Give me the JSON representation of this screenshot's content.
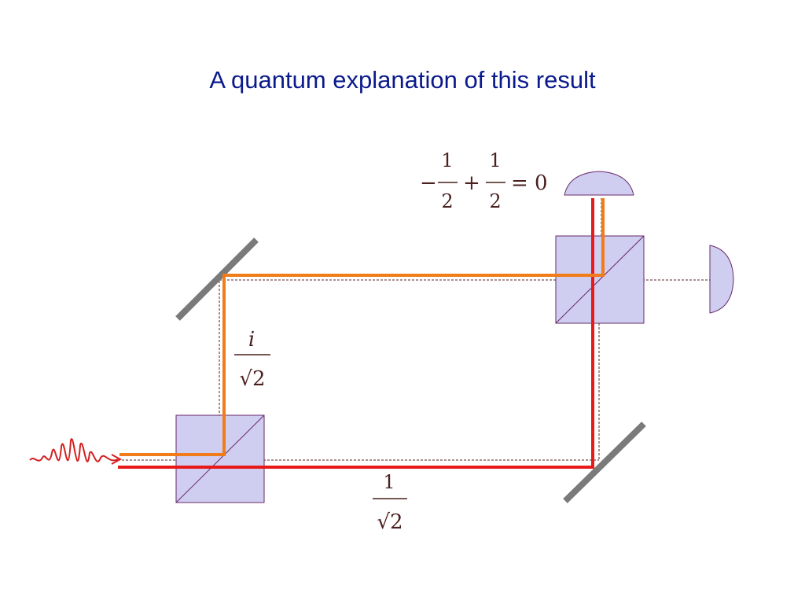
{
  "slide": {
    "title": "A quantum explanation of this result"
  },
  "labels": {
    "top_minus": "−",
    "top_num_1": "1",
    "top_den_1": "2",
    "top_plus": "+",
    "top_num_2": "1",
    "top_den_2": "2",
    "top_equals": "= 0",
    "left_num": "i",
    "left_den": "√2",
    "bottom_num": "1",
    "bottom_den": "√2"
  },
  "colors": {
    "title": "#0a1a8c",
    "red_path": "#e81919",
    "orange_path": "#f07c1a",
    "component_fill": "#cfcdf0",
    "component_stroke": "#6a2a6a",
    "mirror": "#7a7a7a",
    "dashed_path": "#5a2020",
    "photon": "#d42020"
  }
}
